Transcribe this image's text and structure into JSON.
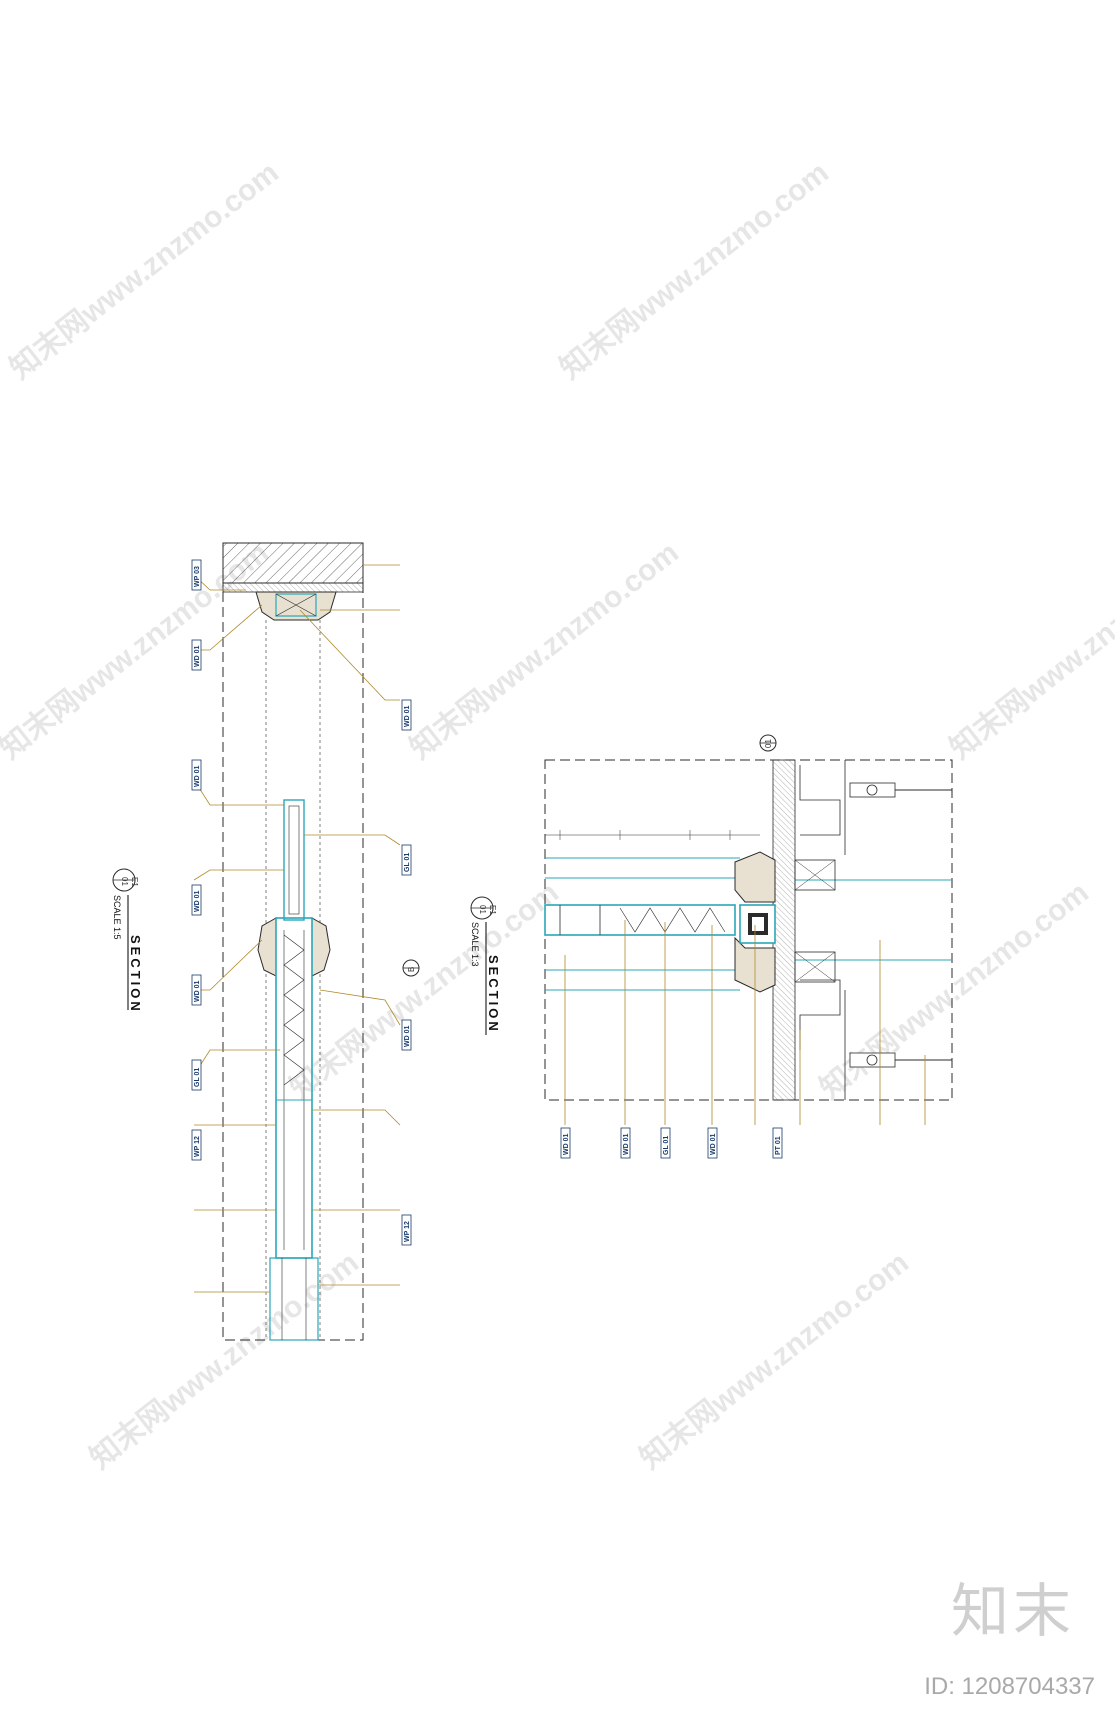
{
  "watermark": {
    "text": "知末网www.znzmo.com"
  },
  "brand": {
    "name": "知末",
    "id_label": "ID: 1208704337"
  },
  "drawing_a": {
    "title": "SECTION",
    "scale": "SCALE 1:5",
    "ref_top": "01",
    "ref_bottom": "E1",
    "tags_left": [
      "WP 03",
      "WD 01",
      "WD 01",
      "WD 01",
      "WD 01",
      "GL 01",
      "WP 12"
    ],
    "tags_right": [
      "WD 01",
      "GL 01",
      "WD 01",
      "WP 12"
    ],
    "marker": "B"
  },
  "drawing_b": {
    "title": "SECTION",
    "scale": "SCALE 1:3",
    "ref_top": "01",
    "ref_bottom": "E1",
    "marker": "01",
    "tags_bottom": [
      "WD 01",
      "WD 01",
      "GL 01",
      "WD 01",
      "PT 01"
    ]
  },
  "colors": {
    "line": "#2b2b2b",
    "cyan": "#2aa7b8",
    "leader": "#b08a2a",
    "tag": "#1a3a6a"
  }
}
